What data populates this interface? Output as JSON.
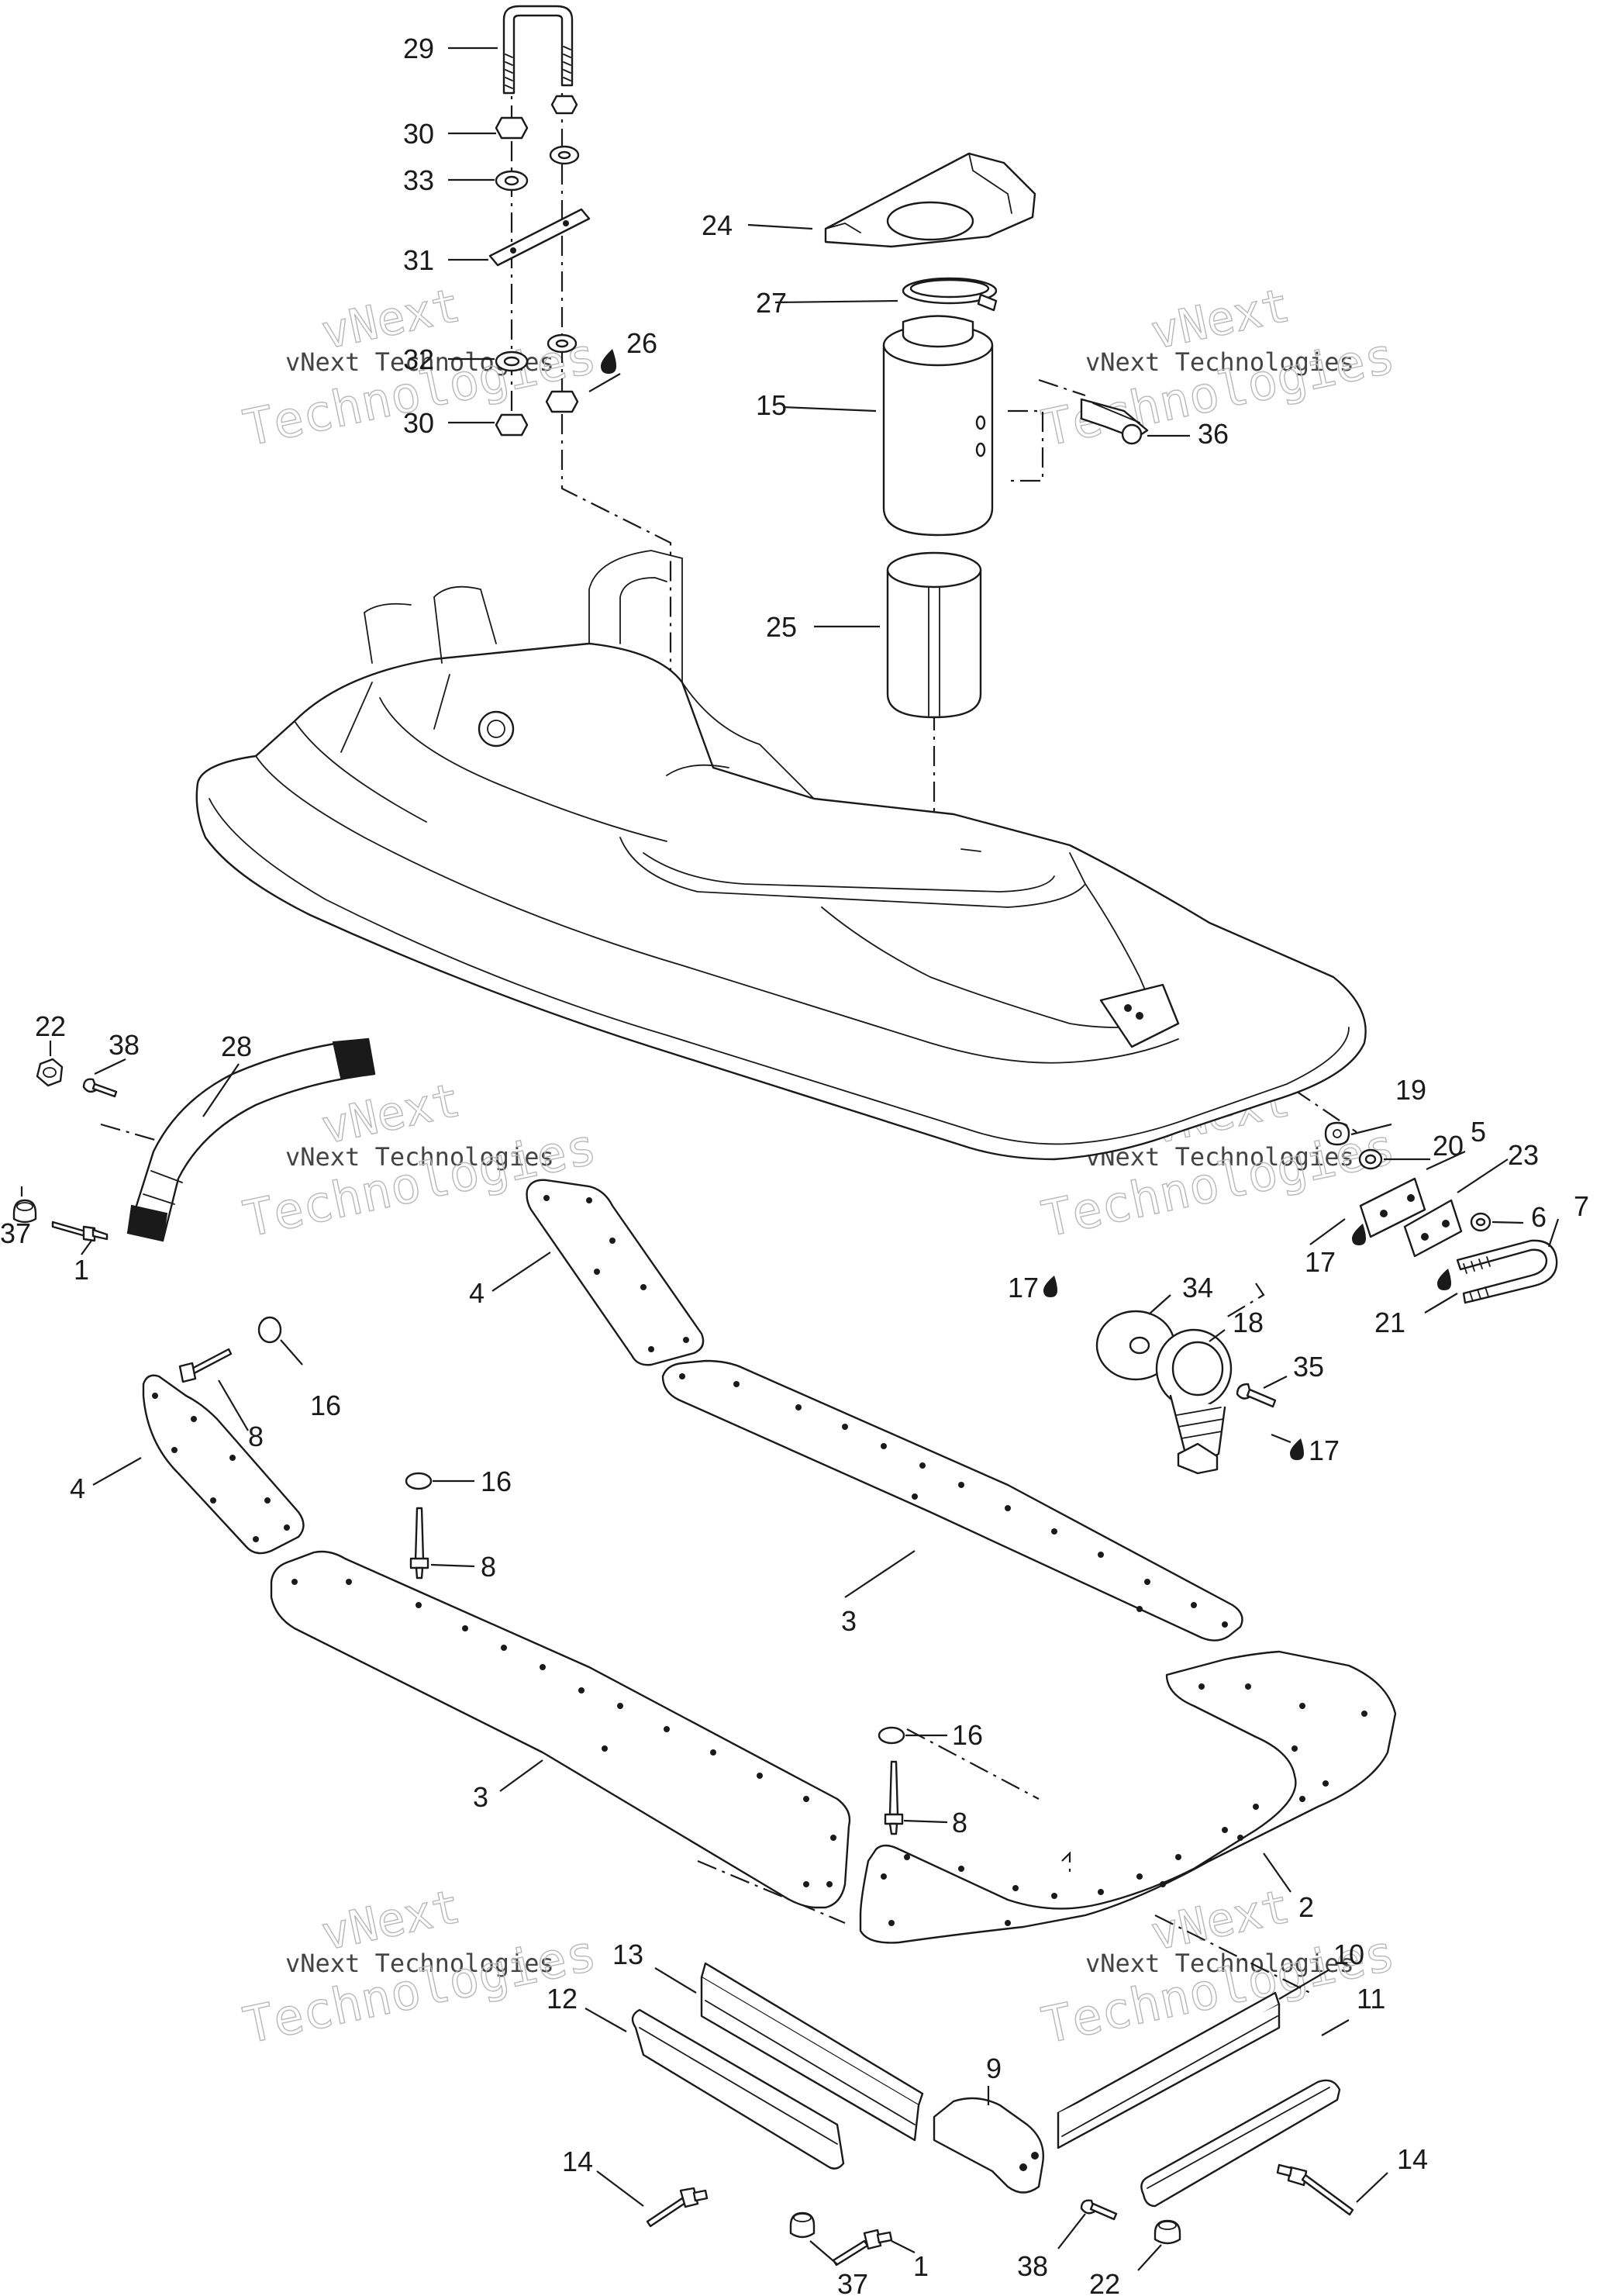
{
  "watermark": {
    "line1": "vNext",
    "line2": "vNext Technologies",
    "line3": "Technologies"
  },
  "callouts": {
    "c29": "29",
    "c30a": "30",
    "c33": "33",
    "c31": "31",
    "c32": "32",
    "c26": "26",
    "c30b": "30",
    "c24": "24",
    "c27": "27",
    "c15": "15",
    "c36": "36",
    "c25": "25",
    "c22a": "22",
    "c38a": "38",
    "c28": "28",
    "c37a": "37",
    "c1a": "1",
    "c19": "19",
    "c20": "20",
    "c5": "5",
    "c23": "23",
    "c6": "6",
    "c7": "7",
    "c17a": "17",
    "c21": "21",
    "c4a": "4",
    "c16a": "16",
    "c8a": "8",
    "c4b": "4",
    "c16b": "16",
    "c8b": "8",
    "c17b": "17",
    "c34": "34",
    "c18": "18",
    "c35": "35",
    "c17c": "17",
    "c3a": "3",
    "c3b": "3",
    "c16c": "16",
    "c8c": "8",
    "c2": "2",
    "c13": "13",
    "c12": "12",
    "c10": "10",
    "c11": "11",
    "c9": "9",
    "c14a": "14",
    "c14b": "14",
    "c1b": "1",
    "c38b": "38",
    "c37b": "37",
    "c22b": "22"
  }
}
